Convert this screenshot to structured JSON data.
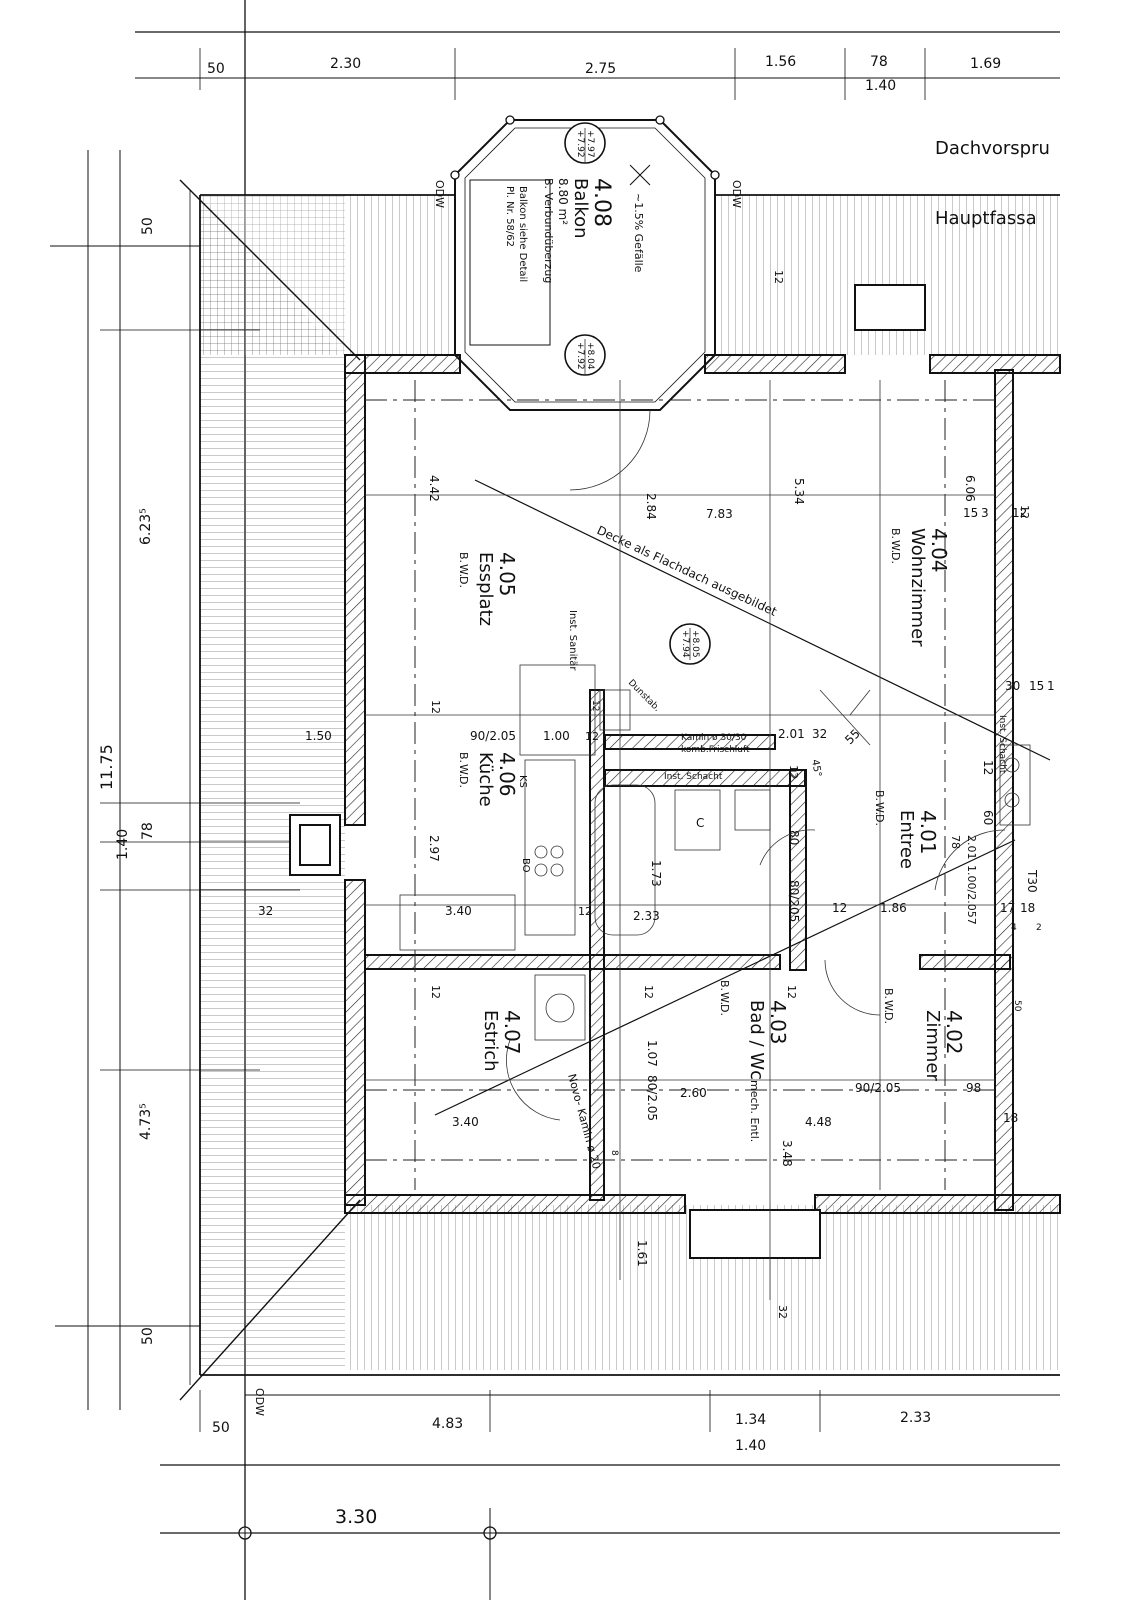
{
  "rooms": [
    {
      "id": "balkon",
      "number": "4.08",
      "name": "Balkon",
      "area": "8.80 m²",
      "note": "B. Verbundüberzug",
      "detail": "Balkon siehe Detail",
      "plan_ref": "Pl. Nr. 58/62",
      "slope": "~1.5% Gefälle"
    },
    {
      "id": "wohnzimmer",
      "number": "4.04",
      "name": "Wohnzimmer",
      "codes": [
        "B.",
        "W.",
        "D."
      ]
    },
    {
      "id": "essplatz",
      "number": "4.05",
      "name": "Essplatz",
      "codes": [
        "B.",
        "W.",
        "D."
      ]
    },
    {
      "id": "kueche",
      "number": "4.06",
      "name": "Küche",
      "codes": [
        "B.",
        "W.",
        "D."
      ]
    },
    {
      "id": "entree",
      "number": "4.01",
      "name": "Entree",
      "codes": [
        "B.",
        "W.",
        "D."
      ]
    },
    {
      "id": "bad",
      "number": "4.03",
      "name": "Bad / Wc",
      "codes": [
        "B.",
        "W.",
        "D."
      ],
      "note": "mech. Entl."
    },
    {
      "id": "estrich",
      "number": "4.07",
      "name": "Estrich"
    },
    {
      "id": "zimmer",
      "number": "4.02",
      "name": "Zimmer",
      "codes": [
        "B.",
        "W.",
        "D."
      ]
    }
  ],
  "notes": {
    "dach": "Dachvorspru",
    "fassade": "Hauptfassa",
    "flachdach": "Decke als Flachdach ausgebildet",
    "inst_sanitaer": "Inst. Sanitär",
    "kamin": "Kamin ø 30/30",
    "frischluft": "komb.Frischluft",
    "inst_schacht": "Inst. Schacht",
    "inst_schacht2": "Inst. Schacht",
    "ks": "KS",
    "bo": "BO",
    "c": "C",
    "kamin_novo": "Novo- Kamin ø 20",
    "t30": "T30",
    "odw1": "ODW",
    "odw2": "ODW",
    "odw3": "ODW",
    "dunstabzug": "Dunstab."
  },
  "levels": [
    "+7.97",
    "+7.92",
    "+8.04",
    "+7.92",
    "+8.05",
    "+7.94"
  ],
  "dims": {
    "top": [
      "50",
      "2.30",
      "2.75",
      "1.56",
      "78",
      "1.40",
      "1.69"
    ],
    "bottom": [
      "50",
      "4.83",
      "1.34",
      "1.40",
      "2.33",
      "3.30"
    ],
    "left": [
      "50",
      "6.23⁵",
      "11.75",
      "78",
      "1.40",
      "4.73⁵",
      "50"
    ],
    "inner": [
      "4.42",
      "2.84",
      "7.83",
      "5.34",
      "6.06",
      "15",
      "3",
      "12",
      "30",
      "15",
      "1",
      "1.50",
      "90/2.05",
      "1.00",
      "12",
      "2.01",
      "32",
      "55",
      "45°",
      "12",
      "60",
      "2.97",
      "1.73",
      "2.33",
      "80",
      "80/205",
      "12",
      "1.86",
      "78",
      "2.01",
      "1.00/2.057",
      "17",
      "18",
      "4",
      "2",
      "32",
      "3.40",
      "12",
      "12",
      "12",
      "12",
      "1.07",
      "80/2.05",
      "2.60",
      "90/2.05",
      "98",
      "18",
      "4.48",
      "3.48",
      "3.40",
      "1.61",
      "32",
      "12",
      "12",
      "12",
      "12",
      "12",
      "12",
      "8",
      "50",
      "12",
      "12",
      "12"
    ]
  }
}
